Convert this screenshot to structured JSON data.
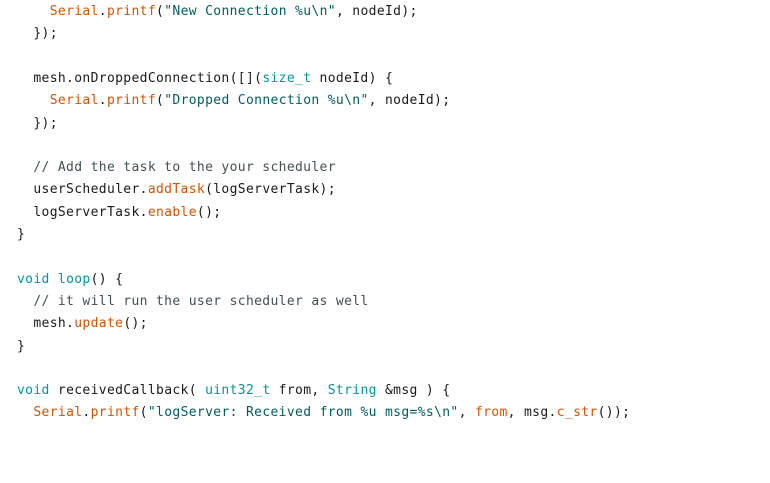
{
  "colors": {
    "background": "#ffffff",
    "plain": "#1a1a1a",
    "function": "#d35400",
    "keyword": "#00979c",
    "string": "#005c5f",
    "comment": "#434f54"
  },
  "lines": [
    {
      "tokens": [
        [
          "    ",
          "plain"
        ],
        [
          "Serial",
          "func"
        ],
        [
          ".",
          "plain"
        ],
        [
          "printf",
          "func"
        ],
        [
          "(",
          "plain"
        ],
        [
          "\"New Connection %u\\n\"",
          "string"
        ],
        [
          ", nodeId);",
          "plain"
        ]
      ]
    },
    {
      "tokens": [
        [
          "  });",
          "plain"
        ]
      ]
    },
    {
      "tokens": []
    },
    {
      "tokens": [
        [
          "  mesh.onDroppedConnection([](",
          "plain"
        ],
        [
          "size_t",
          "type"
        ],
        [
          " nodeId) {",
          "plain"
        ]
      ]
    },
    {
      "tokens": [
        [
          "    ",
          "plain"
        ],
        [
          "Serial",
          "func"
        ],
        [
          ".",
          "plain"
        ],
        [
          "printf",
          "func"
        ],
        [
          "(",
          "plain"
        ],
        [
          "\"Dropped Connection %u\\n\"",
          "string"
        ],
        [
          ", nodeId);",
          "plain"
        ]
      ]
    },
    {
      "tokens": [
        [
          "  });",
          "plain"
        ]
      ]
    },
    {
      "tokens": []
    },
    {
      "tokens": [
        [
          "  // Add the task to the your scheduler",
          "comment"
        ]
      ]
    },
    {
      "tokens": [
        [
          "  userScheduler.",
          "plain"
        ],
        [
          "addTask",
          "func"
        ],
        [
          "(logServerTask);",
          "plain"
        ]
      ]
    },
    {
      "tokens": [
        [
          "  logServerTask.",
          "plain"
        ],
        [
          "enable",
          "func"
        ],
        [
          "();",
          "plain"
        ]
      ]
    },
    {
      "tokens": [
        [
          "}",
          "plain"
        ]
      ]
    },
    {
      "tokens": []
    },
    {
      "tokens": [
        [
          "void",
          "kw"
        ],
        [
          " ",
          "plain"
        ],
        [
          "loop",
          "kw"
        ],
        [
          "() {",
          "plain"
        ]
      ]
    },
    {
      "tokens": [
        [
          "  // it will run the user scheduler as well",
          "comment"
        ]
      ]
    },
    {
      "tokens": [
        [
          "  mesh.",
          "plain"
        ],
        [
          "update",
          "func"
        ],
        [
          "();",
          "plain"
        ]
      ]
    },
    {
      "tokens": [
        [
          "}",
          "plain"
        ]
      ]
    },
    {
      "tokens": []
    },
    {
      "tokens": [
        [
          "void",
          "kw"
        ],
        [
          " receivedCallback( ",
          "plain"
        ],
        [
          "uint32_t",
          "type"
        ],
        [
          " from, ",
          "plain"
        ],
        [
          "String",
          "type"
        ],
        [
          " &msg ) {",
          "plain"
        ]
      ]
    },
    {
      "tokens": [
        [
          "  ",
          "plain"
        ],
        [
          "Serial",
          "func"
        ],
        [
          ".",
          "plain"
        ],
        [
          "printf",
          "func"
        ],
        [
          "(",
          "plain"
        ],
        [
          "\"logServer: Received from %u msg=%s\\n\"",
          "string"
        ],
        [
          ", ",
          "plain"
        ],
        [
          "from",
          "func"
        ],
        [
          ", msg.",
          "plain"
        ],
        [
          "c_str",
          "func"
        ],
        [
          "());",
          "plain"
        ]
      ]
    }
  ]
}
